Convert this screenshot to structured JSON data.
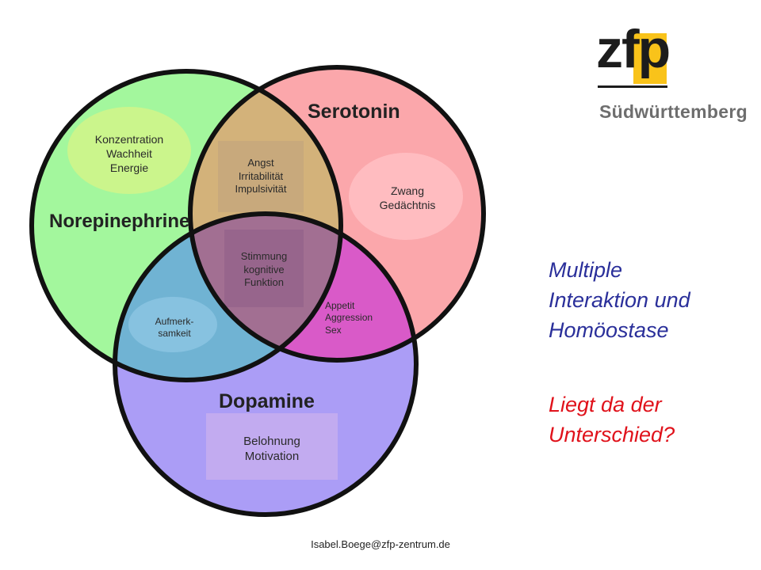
{
  "diagram": {
    "circles": {
      "norepinephrine": {
        "label": "Norepinephrine",
        "color": "#a3f79d"
      },
      "serotonin": {
        "label": "Serotonin",
        "color": "#fba7ab"
      },
      "dopamine": {
        "label": "Dopamine",
        "color": "#ab9df6"
      }
    },
    "regions": {
      "norepinephrine_only": [
        "Konzentration",
        "Wachheit",
        "Energie"
      ],
      "serotonin_only": [
        "Zwang",
        "Gedächtnis"
      ],
      "dopamine_only": [
        "Belohnung",
        "Motivation"
      ],
      "norepinephrine_serotonin": [
        "Angst",
        "Irritabilität",
        "Impulsivität"
      ],
      "all_three": [
        "Stimmung",
        "kognitive",
        "Funktion"
      ],
      "norepinephrine_dopamine": [
        "Aufmerk-",
        "samkeit"
      ],
      "serotonin_dopamine": [
        "Appetit",
        "Aggression",
        "Sex"
      ]
    }
  },
  "logo": {
    "wordmark": "zfp",
    "region": "Südwürttemberg",
    "accent_color": "#f9c31a"
  },
  "slide": {
    "heading_lines": [
      "Multiple",
      "Interaktion und",
      "Homöostase"
    ],
    "question_lines": [
      "Liegt da der",
      "Unterschied?"
    ],
    "heading_color": "#2a2f9a",
    "question_color": "#e0121b"
  },
  "footer": {
    "email": "Isabel.Boege@zfp-zentrum.de"
  }
}
